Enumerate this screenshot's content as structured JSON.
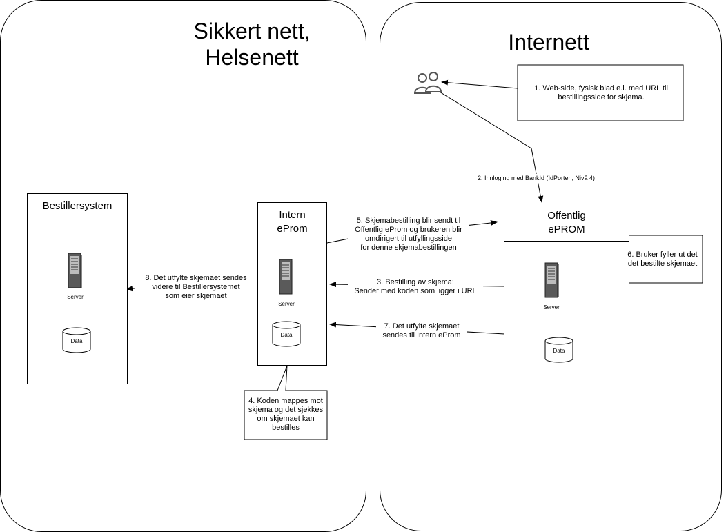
{
  "zones": {
    "left_title": "Sikkert nett,\nHelsenett",
    "right_title": "Internett"
  },
  "boxes": {
    "bestiller": {
      "title": "Bestillersystem",
      "server": "Server",
      "data": "Data"
    },
    "intern": {
      "title": "Intern\neProm",
      "server": "Server",
      "data": "Data"
    },
    "offentlig": {
      "title": "Offentlig\nePROM",
      "server": "Server",
      "data": "Data"
    }
  },
  "notes": {
    "n1": "1. Web-side, fysisk blad e.l. med URL til bestillingsside for skjema.",
    "n2": "2. Innloging med BankId (IdPorten, Nivå 4)",
    "n3": "3. Bestilling av skjema:\nSender med koden som ligger i URL",
    "n4": "4. Koden mappes mot skjema og det sjekkes om skjemaet kan bestilles",
    "n5": "5. Skjemabestilling blir sendt til\nOffentlig eProm og brukeren blir\nomdirigert til utfyllingsside\nfor denne skjemabestillingen",
    "n6": "6. Bruker fyller ut det det bestilte skjemaet",
    "n7": "7. Det utfylte skjemaet\nsendes til Intern eProm",
    "n8": "8. Det utfylte skjemaet sendes\nvidere til Bestillersystemet\nsom eier skjemaet"
  },
  "icons": {
    "users": "users-icon",
    "server": "server-icon",
    "database": "database-icon"
  }
}
